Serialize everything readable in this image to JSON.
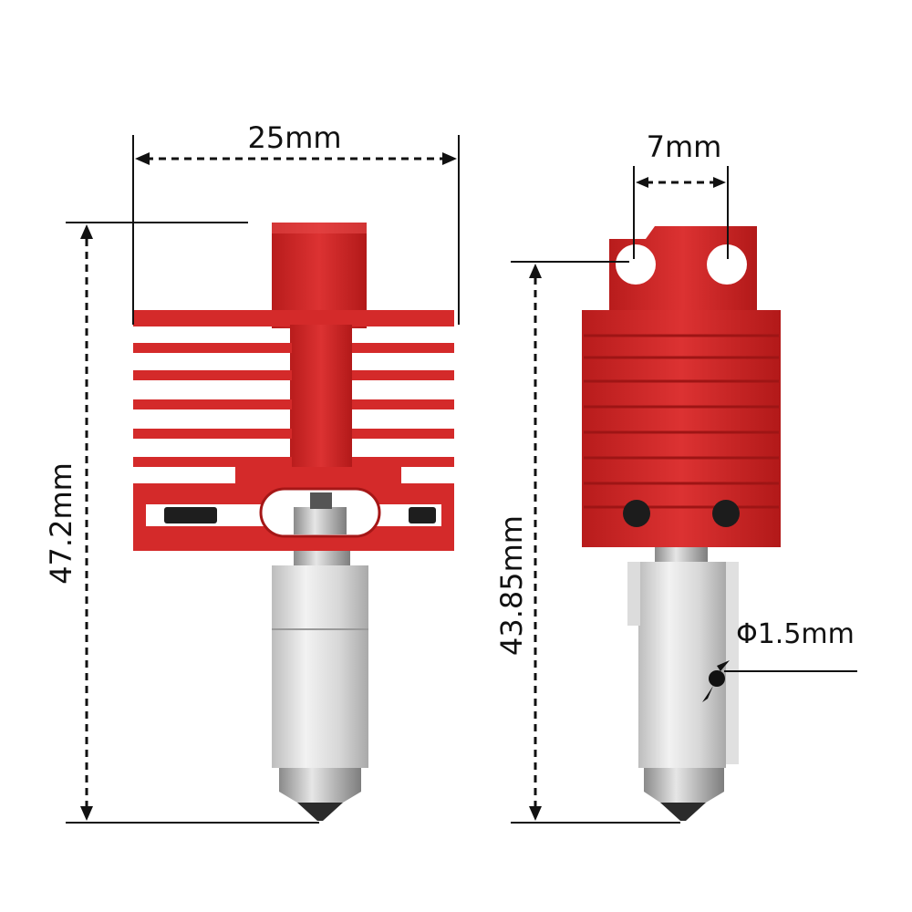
{
  "dimensions": {
    "width_left": "25mm",
    "height_left": "47.2mm",
    "hole_spacing": "7mm",
    "height_right": "43.85mm",
    "hole_diameter": "Φ1.5mm"
  },
  "colors": {
    "body_red": "#d42a2a",
    "body_red_dark": "#a51717",
    "body_red_light": "#e64747",
    "steel_light": "#e8e8e8",
    "steel_mid": "#c9c9c9",
    "steel_dark": "#9a9a9a",
    "nozzle_tip": "#2b2b2b",
    "line": "#111111"
  }
}
